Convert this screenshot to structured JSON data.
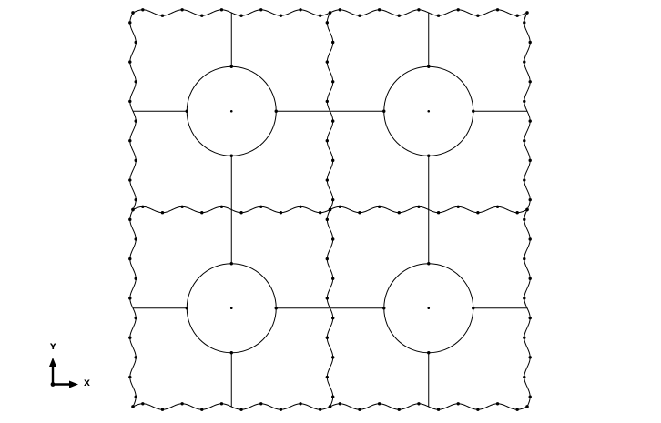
{
  "viewport": {
    "background": "#ffffff",
    "mesh": {
      "tiles": {
        "columns": 2,
        "rows": 2
      },
      "hole": "circle",
      "outer_edge": "wavy",
      "spokes_per_hole": 4,
      "line_color": "#000000",
      "node_color": "#000000"
    }
  },
  "triad": {
    "x_label": "X",
    "y_label": "Y",
    "color": "#000000"
  }
}
